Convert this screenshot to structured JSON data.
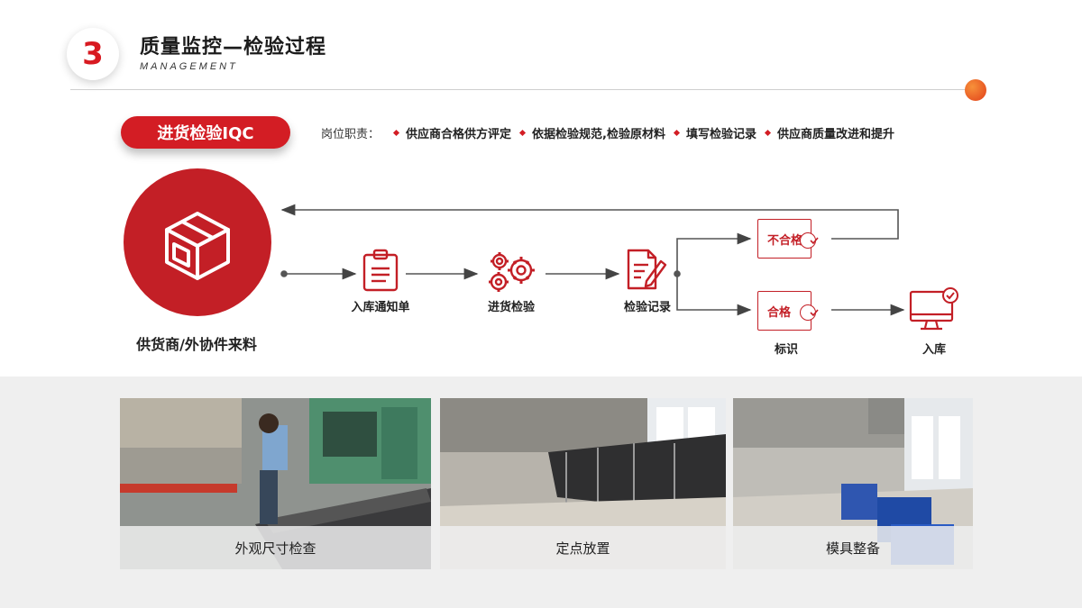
{
  "header": {
    "number": "3",
    "title": "质量监控—检验过程",
    "subtitle": "MANAGEMENT"
  },
  "iqc": {
    "label": "进货检验IQC",
    "duties_label": "岗位职责：",
    "duties": [
      "供应商合格供方评定",
      "依据检验规范,检验原材料",
      "填写检验记录",
      "供应商质量改进和提升"
    ]
  },
  "flow": {
    "source": "供货商/外协件来料",
    "steps": [
      "入库通知单",
      "进货检验",
      "检验记录"
    ],
    "fail_badge": "不合格",
    "pass_badge": "合格",
    "pass_caption": "标识",
    "warehouse": "入库"
  },
  "photos": [
    {
      "caption": "外观尺寸检查"
    },
    {
      "caption": "定点放置"
    },
    {
      "caption": "模具整备"
    }
  ],
  "colors": {
    "accent": "#c31f26",
    "band": "#efefef"
  },
  "icons": [
    "box-icon",
    "clipboard-icon",
    "gears-icon",
    "document-pen-icon",
    "check-icon",
    "monitor-check-icon"
  ]
}
